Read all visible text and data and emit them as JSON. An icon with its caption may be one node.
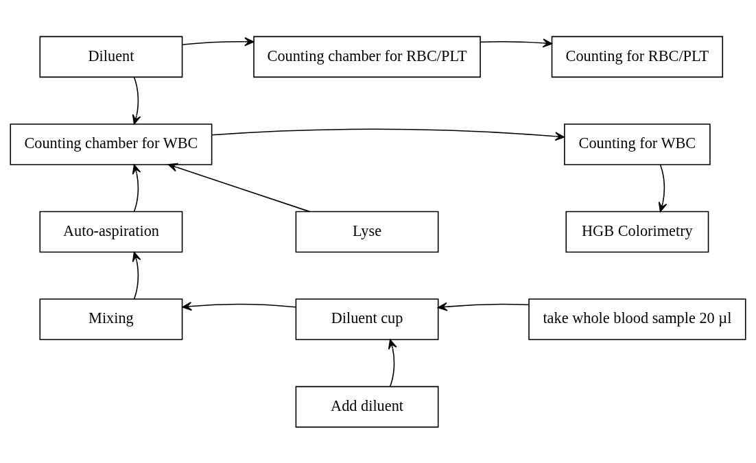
{
  "diagram": {
    "nodes": [
      {
        "text": [
          "Diluent"
        ]
      },
      {
        "text": [
          "Counting chamber for RBC/PLT"
        ]
      },
      {
        "text": [
          "Counting for RBC/PLT"
        ]
      },
      {
        "text": [
          "Counting chamber for WBC"
        ]
      },
      {
        "text": [
          "Counting for WBC"
        ]
      },
      {
        "text": [
          "Auto-aspiration"
        ]
      },
      {
        "text": [
          "Lyse"
        ]
      },
      {
        "text": [
          "HGB Colorimetry"
        ]
      },
      {
        "text": [
          "Mixing"
        ]
      },
      {
        "text": [
          "Diluent cup"
        ]
      },
      {
        "text": [
          "take whole blood sample 20 µl"
        ]
      },
      {
        "text": [
          "Add diluent"
        ]
      }
    ],
    "edges": [
      {
        "from": 0,
        "to": 1,
        "arrow": "to"
      },
      {
        "from": 1,
        "to": 2,
        "arrow": "to"
      },
      {
        "from": 0,
        "to": 3,
        "arrow": "to"
      },
      {
        "from": 3,
        "to": 4,
        "arrow": "to"
      },
      {
        "from": 6,
        "to": 3,
        "arrow": "to"
      },
      {
        "from": 4,
        "to": 7,
        "arrow": "to"
      },
      {
        "from": 5,
        "to": 3,
        "arrow": "to"
      },
      {
        "from": 8,
        "to": 5,
        "arrow": "to"
      },
      {
        "from": 10,
        "to": 9,
        "arrow": "to"
      },
      {
        "from": 9,
        "to": 8,
        "arrow": "to"
      },
      {
        "from": 11,
        "to": 9,
        "arrow": "to"
      }
    ]
  }
}
